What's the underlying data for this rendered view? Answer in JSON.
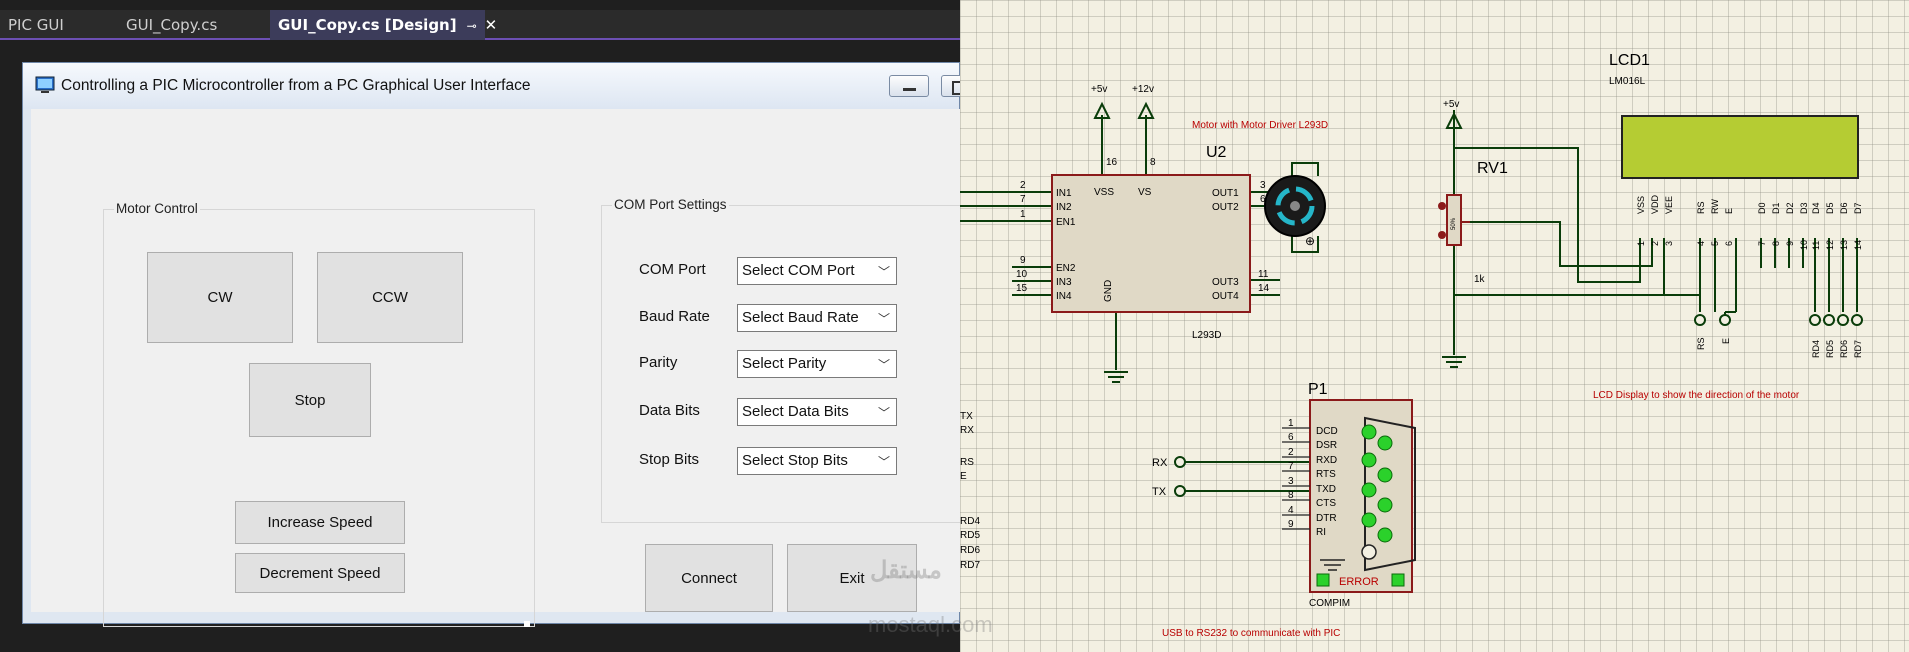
{
  "tabs": [
    {
      "label": "PIC GUI",
      "active": false
    },
    {
      "label": "GUI_Copy.cs",
      "active": false
    },
    {
      "label": "GUI_Copy.cs [Design]",
      "active": true
    }
  ],
  "form": {
    "title": "Controlling a PIC Microcontroller from a PC Graphical User Interface",
    "motor_group": {
      "title": "Motor Control",
      "cw": "CW",
      "ccw": "CCW",
      "stop": "Stop",
      "increase": "Increase Speed",
      "decrement": "Decrement Speed"
    },
    "com_group": {
      "title": "COM Port Settings",
      "rows": [
        {
          "label": "COM Port",
          "value": "Select COM Port"
        },
        {
          "label": "Baud Rate",
          "value": "Select Baud Rate"
        },
        {
          "label": "Parity",
          "value": "Select Parity"
        },
        {
          "label": "Data Bits",
          "value": "Select Data Bits"
        },
        {
          "label": "Stop Bits",
          "value": "Select Stop Bits"
        }
      ]
    },
    "connect": "Connect",
    "exit": "Exit"
  },
  "schematic": {
    "supply_5v": "+5v",
    "supply_12v": "+12v",
    "motor_note": "Motor with Motor Driver L293D",
    "u2": {
      "ref": "U2",
      "part": "L293D",
      "pins_left": [
        {
          "num": "2",
          "name": "IN1"
        },
        {
          "num": "7",
          "name": "IN2"
        },
        {
          "num": "1",
          "name": "EN1"
        },
        {
          "num": "9",
          "name": "EN2"
        },
        {
          "num": "10",
          "name": "IN3"
        },
        {
          "num": "15",
          "name": "IN4"
        }
      ],
      "pins_right": [
        {
          "num": "3",
          "name": "OUT1"
        },
        {
          "num": "6",
          "name": "OUT2"
        },
        {
          "num": "11",
          "name": "OUT3"
        },
        {
          "num": "14",
          "name": "OUT4"
        }
      ],
      "vss": "VSS",
      "vs": "VS",
      "gnd": "GND",
      "vss_pin": "16",
      "vs_pin": "8"
    },
    "rv1": {
      "ref": "RV1",
      "value": "1k",
      "wiper": "50%"
    },
    "lcd": {
      "ref": "LCD1",
      "part": "LM016L",
      "pins": [
        {
          "name": "VSS",
          "num": "1"
        },
        {
          "name": "VDD",
          "num": "2"
        },
        {
          "name": "VEE",
          "num": "3"
        },
        {
          "name": "RS",
          "num": "4"
        },
        {
          "name": "RW",
          "num": "5"
        },
        {
          "name": "E",
          "num": "6"
        },
        {
          "name": "D0",
          "num": "7"
        },
        {
          "name": "D1",
          "num": "8"
        },
        {
          "name": "D2",
          "num": "9"
        },
        {
          "name": "D3",
          "num": "10"
        },
        {
          "name": "D4",
          "num": "11"
        },
        {
          "name": "D5",
          "num": "12"
        },
        {
          "name": "D6",
          "num": "13"
        },
        {
          "name": "D7",
          "num": "14"
        }
      ],
      "note": "LCD Display to show the direction of the motor"
    },
    "lcd_terminals": [
      "RS",
      "E",
      "RD4",
      "RD5",
      "RD6",
      "RD7"
    ],
    "left_labels": [
      "TX",
      "RX",
      "RS",
      "E",
      "RD4",
      "RD5",
      "RD6",
      "RD7"
    ],
    "p1": {
      "ref": "P1",
      "part": "COMPIM",
      "error": "ERROR",
      "pins": [
        {
          "num": "1",
          "name": "DCD"
        },
        {
          "num": "6",
          "name": "DSR"
        },
        {
          "num": "2",
          "name": "RXD"
        },
        {
          "num": "7",
          "name": "RTS"
        },
        {
          "num": "3",
          "name": "TXD"
        },
        {
          "num": "8",
          "name": "CTS"
        },
        {
          "num": "4",
          "name": "DTR"
        },
        {
          "num": "9",
          "name": "RI"
        }
      ],
      "terminal_rx": "RX",
      "terminal_tx": "TX",
      "note": "USB to RS232 to communicate with PIC"
    },
    "watermark": "مستقل",
    "watermark_url": "mostaql.com"
  }
}
